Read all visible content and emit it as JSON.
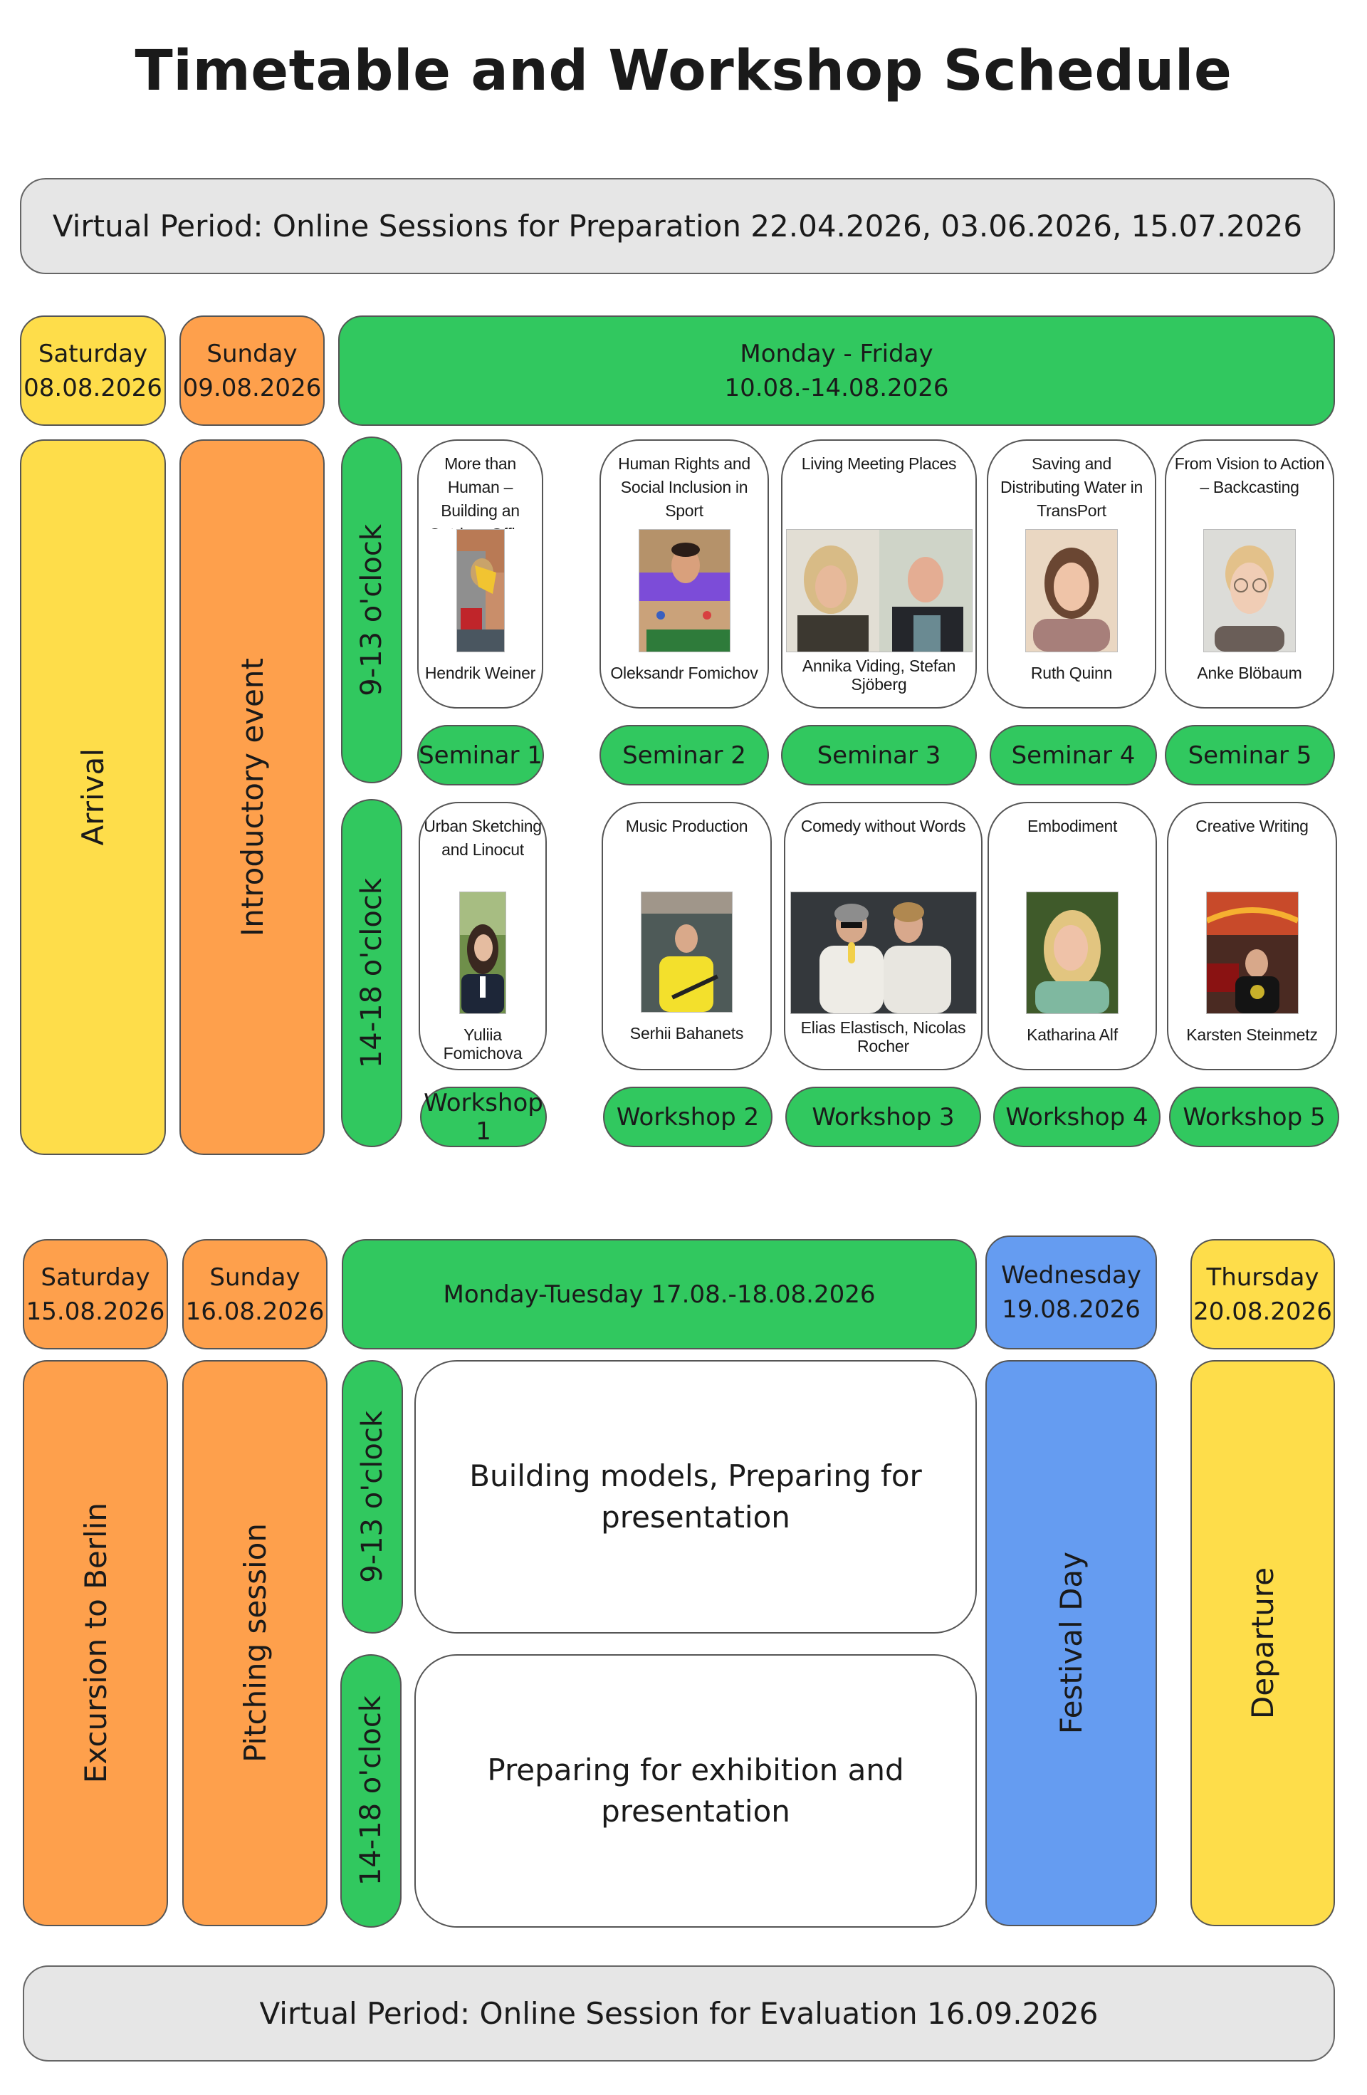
{
  "title": "Timetable and Workshop Schedule",
  "colors": {
    "yellow": "#fedd4a",
    "orange": "#fea04c",
    "green": "#31c85f",
    "blue": "#659cf1",
    "grey": "#e6e6e6"
  },
  "virtual_top": "Virtual Period: Online Sessions for Preparation 22.04.2026, 03.06.2026, 15.07.2026",
  "week1": {
    "days": [
      {
        "day": "Saturday",
        "date": "08.08.2026",
        "activity": "Arrival"
      },
      {
        "day": "Sunday",
        "date": "09.08.2026",
        "activity": "Introductory event"
      }
    ],
    "weekdays": {
      "day": "Monday - Friday",
      "date": "10.08.-14.08.2026"
    },
    "time_slots": [
      "9-13 o'clock",
      "14-18 o'clock"
    ],
    "seminars": [
      {
        "title": "More than Human – Building an Outdoor Office",
        "leader": "Hendrik Weiner",
        "label": "Seminar 1",
        "photo": "photo-man-with-face-shield-drilling"
      },
      {
        "title": "Human Rights and Social Inclusion in Sport",
        "leader": "Oleksandr Fomichov",
        "label": "Seminar 2",
        "photo": "photo-man-at-foosball-table"
      },
      {
        "title": "Living Meeting Places",
        "leader": "Annika Viding, Stefan Sjöberg",
        "label": "Seminar 3",
        "photo": "photo-two-portraits"
      },
      {
        "title": "Saving and Distributing Water in TransPort",
        "leader": "Ruth Quinn",
        "label": "Seminar 4",
        "photo": "photo-woman-portrait"
      },
      {
        "title": "From Vision to Action – Backcasting",
        "leader": "Anke Blöbaum",
        "label": "Seminar 5",
        "photo": "photo-woman-with-glasses"
      }
    ],
    "workshops": [
      {
        "title": "Urban Sketching and Linocut",
        "leader": "Yuliia Fomichova",
        "label": "Workshop 1",
        "photo": "photo-woman-in-garden"
      },
      {
        "title": "Music Production",
        "leader": "Serhii Bahanets",
        "label": "Workshop 2",
        "photo": "photo-dj-with-headphones"
      },
      {
        "title": "Comedy without Words",
        "leader": "Elias Elastisch, Nicolas Rocher",
        "label": "Workshop 3",
        "photo": "photo-two-comedians-banana"
      },
      {
        "title": "Embodiment",
        "leader": "Katharina Alf",
        "label": "Workshop 4",
        "photo": "photo-woman-smiling-outdoors"
      },
      {
        "title": "Creative Writing",
        "leader": "Karsten Steinmetz",
        "label": "Workshop 5",
        "photo": "photo-man-city-night"
      }
    ]
  },
  "week2": {
    "days": [
      {
        "day": "Saturday",
        "date": "15.08.2026",
        "activity": "Excursion to Berlin"
      },
      {
        "day": "Sunday",
        "date": "16.08.2026",
        "activity": "Pitching session"
      }
    ],
    "weekdays": {
      "label": "Monday-Tuesday 17.08.-18.08.2026"
    },
    "time_slots": [
      "9-13 o'clock",
      "14-18 o'clock"
    ],
    "activities": [
      "Building models, Preparing for presentation",
      "Preparing for exhibition and presentation"
    ],
    "wednesday": {
      "day": "Wednesday",
      "date": "19.08.2026",
      "activity": "Festival Day"
    },
    "thursday": {
      "day": "Thursday",
      "date": "20.08.2026",
      "activity": "Departure"
    }
  },
  "virtual_bottom": "Virtual Period: Online Session for Evaluation 16.09.2026"
}
